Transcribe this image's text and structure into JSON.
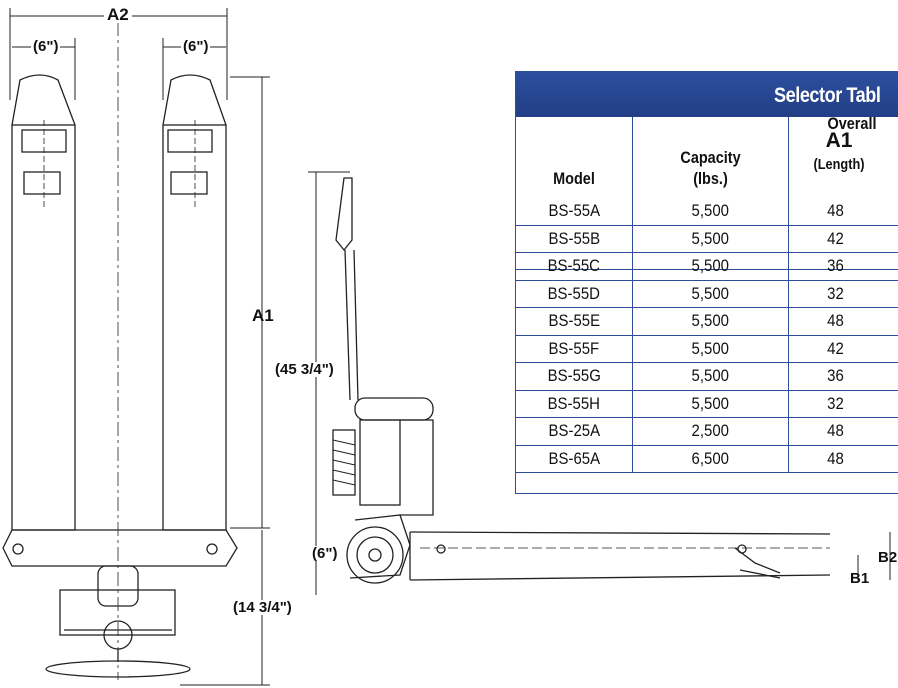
{
  "dimensions": {
    "a2": "A2",
    "width_left": "(6\")",
    "width_right": "(6\")",
    "a1": "A1",
    "handle_height": "(45 3/4\")",
    "wheel": "(6\")",
    "rear_height": "(14 3/4\")",
    "b2": "B2",
    "b1": "B1"
  },
  "table": {
    "title": "Selector Tabl",
    "headers": {
      "model": "Model",
      "capacity_line1": "Capacity",
      "capacity_line2": "(lbs.)",
      "overall": "Overall",
      "a1": "A1",
      "length": "(Length)"
    },
    "rows": [
      {
        "model": "BS-55A",
        "capacity": "5,500",
        "a1": "48"
      },
      {
        "model": "BS-55B",
        "capacity": "5,500",
        "a1": "42"
      },
      {
        "model": "BS-55C",
        "capacity": "5,500",
        "a1": "36"
      },
      {
        "model": "BS-55D",
        "capacity": "5,500",
        "a1": "32"
      },
      {
        "model": "BS-55E",
        "capacity": "5,500",
        "a1": "48"
      },
      {
        "model": "BS-55F",
        "capacity": "5,500",
        "a1": "42"
      },
      {
        "model": "BS-55G",
        "capacity": "5,500",
        "a1": "36"
      },
      {
        "model": "BS-55H",
        "capacity": "5,500",
        "a1": "32"
      },
      {
        "model": "BS-25A",
        "capacity": "2,500",
        "a1": "48"
      },
      {
        "model": "BS-65A",
        "capacity": "6,500",
        "a1": "48"
      }
    ]
  },
  "colors": {
    "table_header": "#2c4f9e",
    "table_border": "#2b4d9a",
    "line": "#222222"
  }
}
